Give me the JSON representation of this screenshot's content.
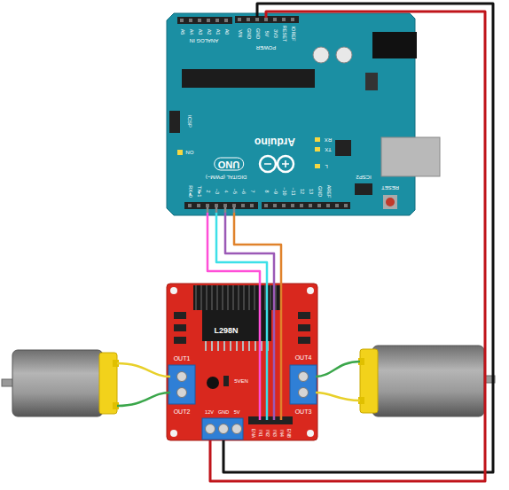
{
  "diagram": {
    "nodes": [
      {
        "text": [
          "UNO",
          "Arduino"
        ]
      },
      {
        "text": [
          "L298N"
        ]
      }
    ],
    "edges": [
      {
        "from": 0,
        "to": 1,
        "arrow": "none"
      },
      {
        "from": 0,
        "to": 1,
        "arrow": "none"
      },
      {
        "from": 0,
        "to": 1,
        "arrow": "none"
      },
      {
        "from": 0,
        "to": 1,
        "arrow": "none"
      },
      {
        "from": 0,
        "to": 1,
        "arrow": "none"
      },
      {
        "from": 0,
        "to": 1,
        "arrow": "none"
      }
    ],
    "labels": [
      "ANALOG IN",
      "A5",
      "A4",
      "A3",
      "A2",
      "A1",
      "A0",
      "POWER",
      "VIN",
      "GND",
      "GND",
      "5V",
      "3V3",
      "RESET",
      "IOREF",
      "RESET",
      "ICSP2",
      "ICSP",
      "ON",
      "RX",
      "TX",
      "L",
      "RX◂0",
      "TX▸1",
      "2",
      "~3",
      "4",
      "~5",
      "~6",
      "7",
      "8",
      "~9",
      "~10",
      "~11",
      "12",
      "13",
      "GND",
      "AREF",
      "DIGITAL (PWM~)",
      "OUT1",
      "OUT2",
      "OUT4",
      "OUT3",
      "12V",
      "GND",
      "5V",
      "5VEN",
      "ENA",
      "IN1",
      "IN2",
      "IN3",
      "IN4",
      "ENB"
    ]
  }
}
